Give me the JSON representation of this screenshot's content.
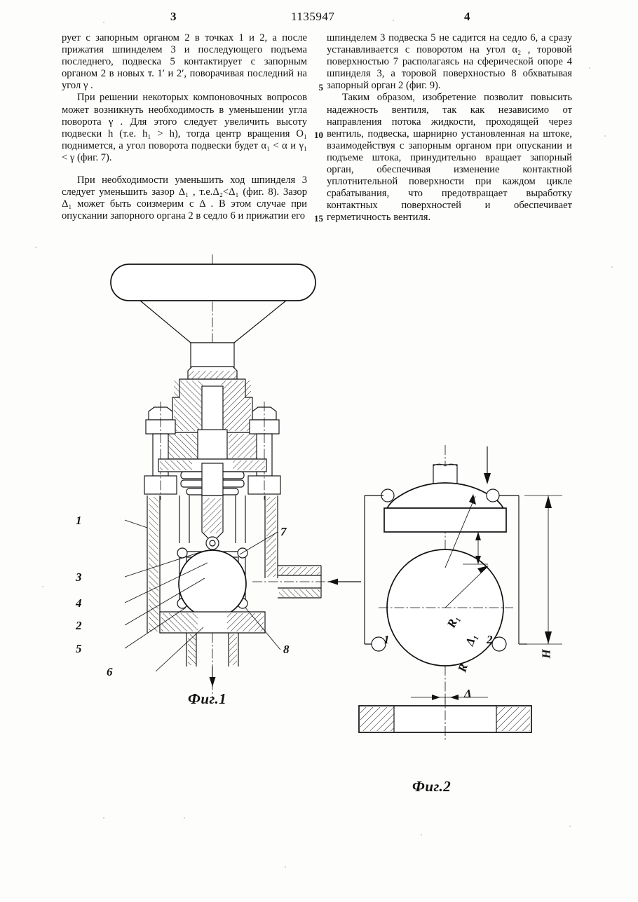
{
  "header": {
    "page_left": "3",
    "patent_number": "1135947",
    "page_right": "4"
  },
  "line_numbers": {
    "n5": "5",
    "n10": "10",
    "n15": "15"
  },
  "left_column": {
    "paragraph_1": "рует с запорным органом 2 в точках 1 и 2, а после прижатия шпинделем 3 и последующего подъема последнего, подвеска 5 контактирует с запорным органом 2 в новых т. 1′ и 2′, поворачивая последний на угол γ .",
    "paragraph_2": "При решении некоторых компоновочных вопросов может возникнуть необходимость в уменьшении угла поворота γ . Для этого следует увеличить высоту подвески h (т.е. h₁ > h), тогда центр вращения O₁ поднимется, а угол поворота подвески будет α₁ < α и γ₁ < γ (фиг. 7).",
    "paragraph_3": "При необходимости уменьшить ход шпинделя 3 следует уменьшить зазор Δ₁ , т.е.Δ₂<Δ₁ (фиг. 8). Зазор Δ₁ может быть соизмерим с Δ . В этом случае при опускании запорного органа 2 в седло 6 и прижатии его"
  },
  "right_column": {
    "paragraph_1": "шпинделем 3 подвеска 5 не садится на седло 6, а сразу устанавливается с поворотом на угол α₂ , торовой поверхностью 7 располагаясь на сферической опоре 4 шпинделя 3, а торовой поверхностью 8 обхватывая запорный орган 2 (фиг. 9).",
    "paragraph_2": "Таким образом, изобретение позволит повысить надежность вентиля, так как независимо от направления потока жидкости, проходящей через вентиль, подвеска, шарнирно установленная на штоке, взаимодействуя с запорным органом при опускании и подъеме штока, принудительно вращает запорный орган, обеспечивая изменение контактной уплотнительной поверхности при каждом цикле срабатывания, что предотвращает выработку контактных поверхностей и обеспечивает герметичность вентиля."
  },
  "figure_1": {
    "caption": "Фиг.1",
    "callouts": {
      "c1": "1",
      "c3": "3",
      "c4": "4",
      "c2": "2",
      "c5": "5",
      "c6": "6",
      "c7": "7",
      "c8": "8"
    }
  },
  "figure_2": {
    "caption": "Фиг.2",
    "labels": {
      "radius_big": "R",
      "radius_small": "R₁",
      "gap_delta1": "Δ₁",
      "gap_delta": "Δ",
      "height": "H",
      "point_1": "1",
      "point_2": "2"
    }
  },
  "colors": {
    "ink": "#111111",
    "paper": "#fdfdfb"
  }
}
